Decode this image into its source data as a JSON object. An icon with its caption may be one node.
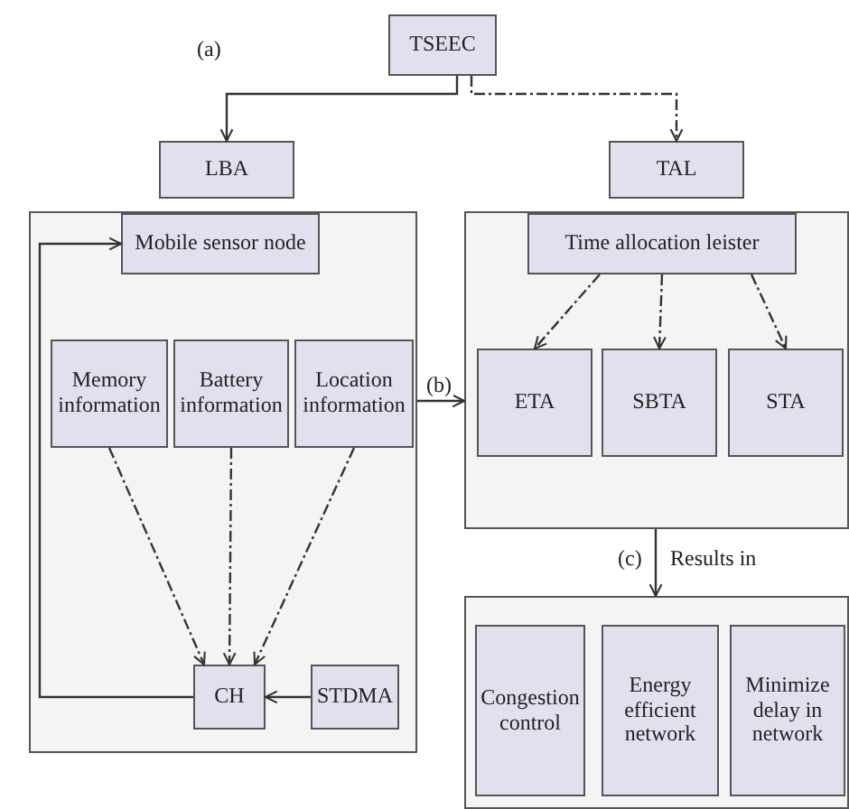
{
  "diagram": {
    "nodes": [
      {
        "text": [
          "TSEEC"
        ]
      },
      {
        "text": [
          "LBA"
        ]
      },
      {
        "text": [
          "TAL"
        ]
      },
      {
        "text": [],
        "shape": "box"
      },
      {
        "text": [
          "Mobile sensor node"
        ],
        "in": 3
      },
      {
        "text": [
          "Memory information"
        ],
        "in": 3
      },
      {
        "text": [
          "Battery information"
        ],
        "in": 3
      },
      {
        "text": [
          "Location information"
        ],
        "in": 3
      },
      {
        "text": [
          "CH"
        ],
        "in": 3
      },
      {
        "text": [
          "STDMA"
        ],
        "in": 3
      },
      {
        "text": [],
        "shape": "box"
      },
      {
        "text": [
          "Time allocation leister"
        ],
        "in": 10
      },
      {
        "text": [
          "ETA"
        ],
        "in": 10
      },
      {
        "text": [
          "SBTA"
        ],
        "in": 10
      },
      {
        "text": [
          "STA"
        ],
        "in": 10
      },
      {
        "text": [],
        "shape": "box"
      },
      {
        "text": [
          "Congestion control"
        ],
        "in": 15
      },
      {
        "text": [
          "Energy efficient network"
        ],
        "in": 15
      },
      {
        "text": [
          "Minimize delay in network"
        ],
        "in": 15
      }
    ],
    "edges": [
      {
        "from": 0,
        "to": 1,
        "arrow": "to",
        "label": "(a)"
      },
      {
        "from": 0,
        "to": 2,
        "arrow": "to",
        "style": "dashed"
      },
      {
        "from": 8,
        "to": 4,
        "arrow": "to"
      },
      {
        "from": 5,
        "to": 8,
        "arrow": "to",
        "style": "dashed"
      },
      {
        "from": 6,
        "to": 8,
        "arrow": "to",
        "style": "dashed"
      },
      {
        "from": 7,
        "to": 8,
        "arrow": "to",
        "style": "dashed"
      },
      {
        "from": 9,
        "to": 8,
        "arrow": "to"
      },
      {
        "from": 3,
        "to": 10,
        "arrow": "to",
        "label": "(b)"
      },
      {
        "from": 11,
        "to": 12,
        "arrow": "to",
        "style": "dashed"
      },
      {
        "from": 11,
        "to": 13,
        "arrow": "to",
        "style": "dashed"
      },
      {
        "from": 11,
        "to": 14,
        "arrow": "to",
        "style": "dashed"
      },
      {
        "from": 10,
        "to": 15,
        "arrow": "to",
        "label": "(c)"
      }
    ],
    "labels": [
      "Results in"
    ]
  }
}
